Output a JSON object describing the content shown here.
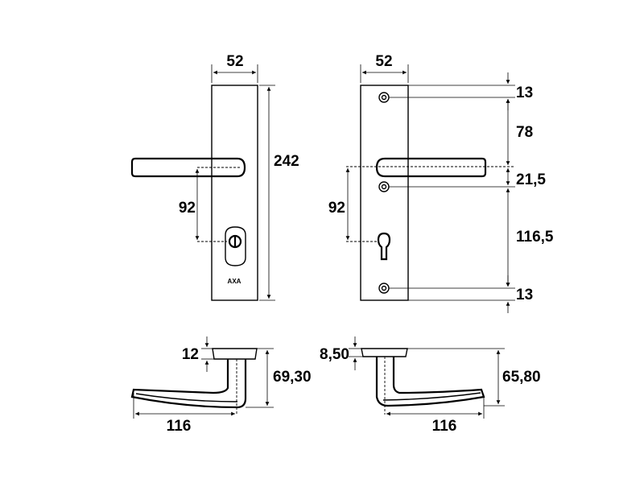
{
  "front_view": {
    "plate_width": "52",
    "plate_height": "242",
    "handle_to_keyhole": "92",
    "brand_mark": "AXA"
  },
  "back_view": {
    "plate_width": "52",
    "top_to_screw": "13",
    "screw_to_handle": "78",
    "handle_to_screw": "21,5",
    "screw_to_screw": "116,5",
    "bottom_to_screw": "13",
    "handle_to_keyhole": "92"
  },
  "lever_left": {
    "rose_thickness": "12",
    "height": "69,30",
    "length": "116"
  },
  "lever_right": {
    "rose_thickness": "8,50",
    "height": "65,80",
    "length": "116"
  }
}
